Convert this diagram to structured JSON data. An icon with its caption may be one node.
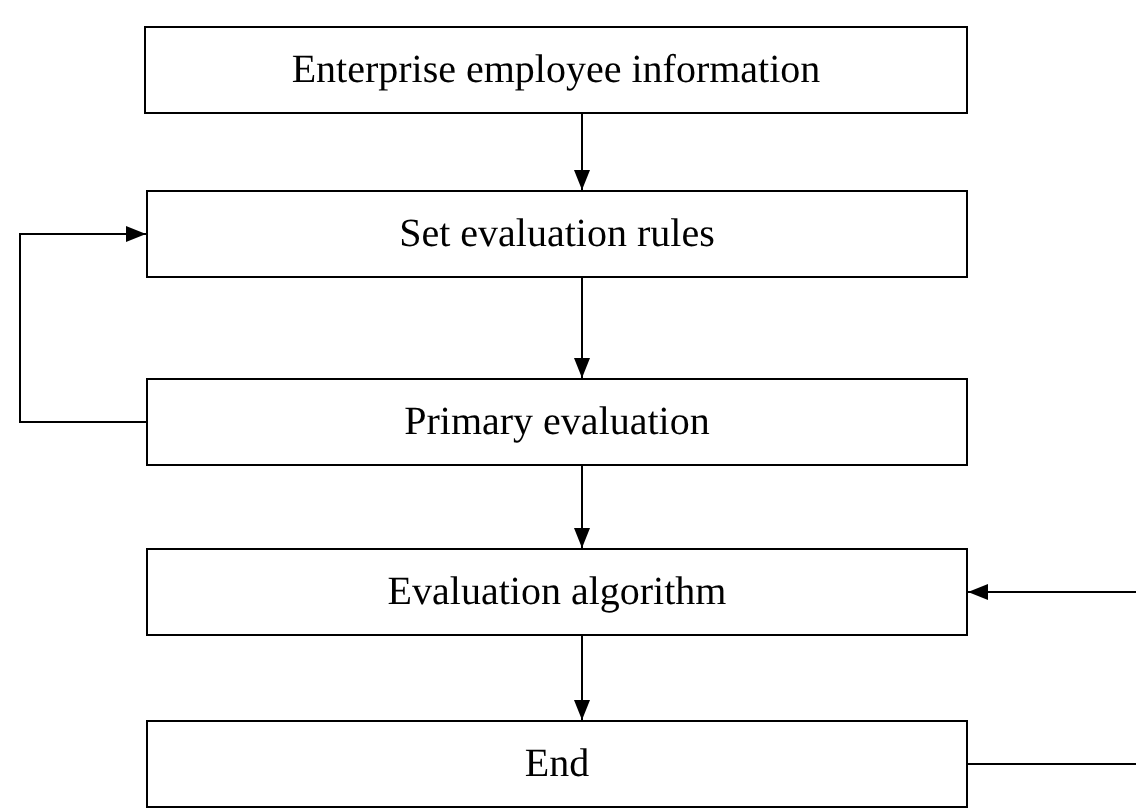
{
  "diagram": {
    "nodes": [
      {
        "text": [
          "Enterprise employee information"
        ]
      },
      {
        "text": [
          "Set evaluation rules"
        ]
      },
      {
        "text": [
          "Primary evaluation"
        ]
      },
      {
        "text": [
          "Evaluation algorithm"
        ]
      },
      {
        "text": [
          "End"
        ]
      }
    ],
    "edges": [
      {
        "from": 0,
        "to": 1,
        "arrow": "to"
      },
      {
        "from": 1,
        "to": 2,
        "arrow": "to"
      },
      {
        "from": 2,
        "to": 3,
        "arrow": "to"
      },
      {
        "from": 3,
        "to": 4,
        "arrow": "to"
      },
      {
        "from": 2,
        "to": 1,
        "arrow": "to"
      },
      {
        "from": null,
        "to": 3,
        "arrow": "to"
      },
      {
        "from": 4,
        "to": null,
        "arrow": "none"
      }
    ]
  }
}
